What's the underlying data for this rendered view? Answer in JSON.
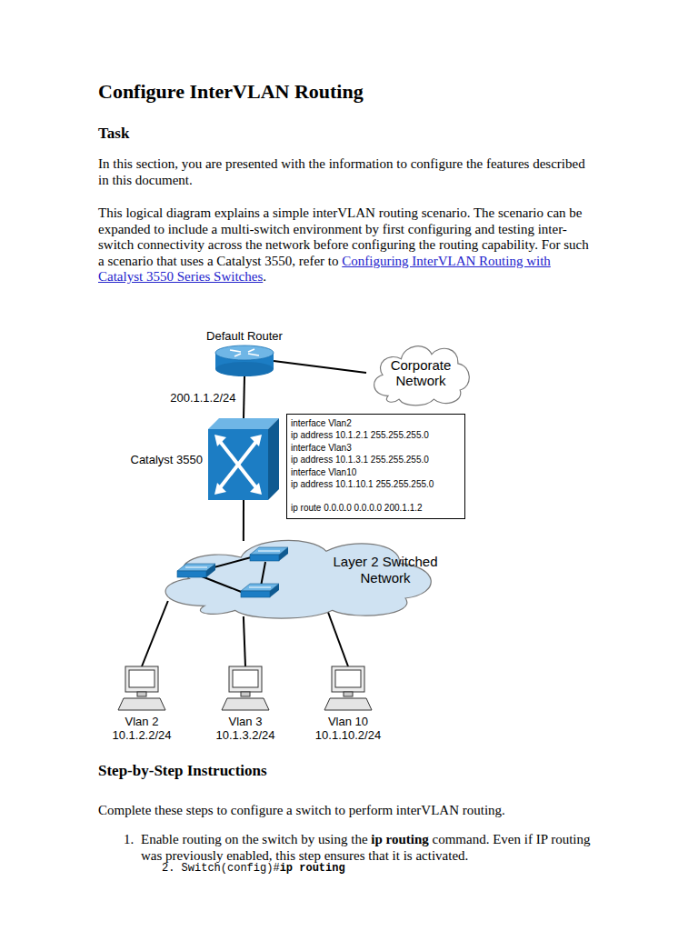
{
  "diagram": {
    "title": "Configure InterVLAN Routing",
    "nodes": [
      {
        "text": [
          "Default Router"
        ]
      },
      {
        "text": [
          "Corporate Network"
        ]
      },
      {
        "text": [
          "Catalyst 3550"
        ]
      },
      {
        "text": [
          "interface Vlan2",
          "ip address 10.1.2.1 255.255.255.0",
          "interface Vlan3",
          "ip address 10.1.3.1 255.255.255.0",
          "interface Vlan10",
          "ip address 10.1.10.1 255.255.255.0",
          "ip route 0.0.0.0 0.0.0.0 200.1.1.2"
        ]
      },
      {
        "text": [
          "Layer 2 Switched Network"
        ]
      },
      {
        "text": [
          "Vlan 2",
          "10.1.2.2/24"
        ]
      },
      {
        "text": [
          "Vlan 3",
          "10.1.3.2/24"
        ]
      },
      {
        "text": [
          "Vlan 10",
          "10.1.10.2/24"
        ]
      }
    ],
    "edges": [
      {
        "from": 0,
        "to": 1,
        "arrow": "none"
      },
      {
        "from": 0,
        "to": 2,
        "arrow": "none",
        "label": "200.1.1.2/24"
      },
      {
        "from": 2,
        "to": 4,
        "arrow": "none"
      },
      {
        "from": 4,
        "to": 5,
        "arrow": "none"
      },
      {
        "from": 4,
        "to": 6,
        "arrow": "none"
      },
      {
        "from": 4,
        "to": 7,
        "arrow": "none"
      }
    ],
    "labels": [
      "Task",
      "In this section, you are presented with the information to configure the features described in this document.",
      "This logical diagram explains a simple interVLAN routing scenario. The scenario can be expanded to include a multi-switch environment by first configuring and testing inter-switch connectivity across the network before configuring the routing capability. For such a scenario that uses a Catalyst 3550, refer to",
      "Configuring InterVLAN Routing with Catalyst 3550 Series Switches",
      ".",
      "Step-by-Step Instructions",
      "Complete these steps to configure a switch to perform interVLAN routing.",
      "1.",
      "Enable routing on the switch by using the",
      "ip routing",
      "command. Even if IP routing was previously enabled, this step ensures that it is activated.",
      "2. Switch(config)#",
      "ip routing"
    ]
  }
}
